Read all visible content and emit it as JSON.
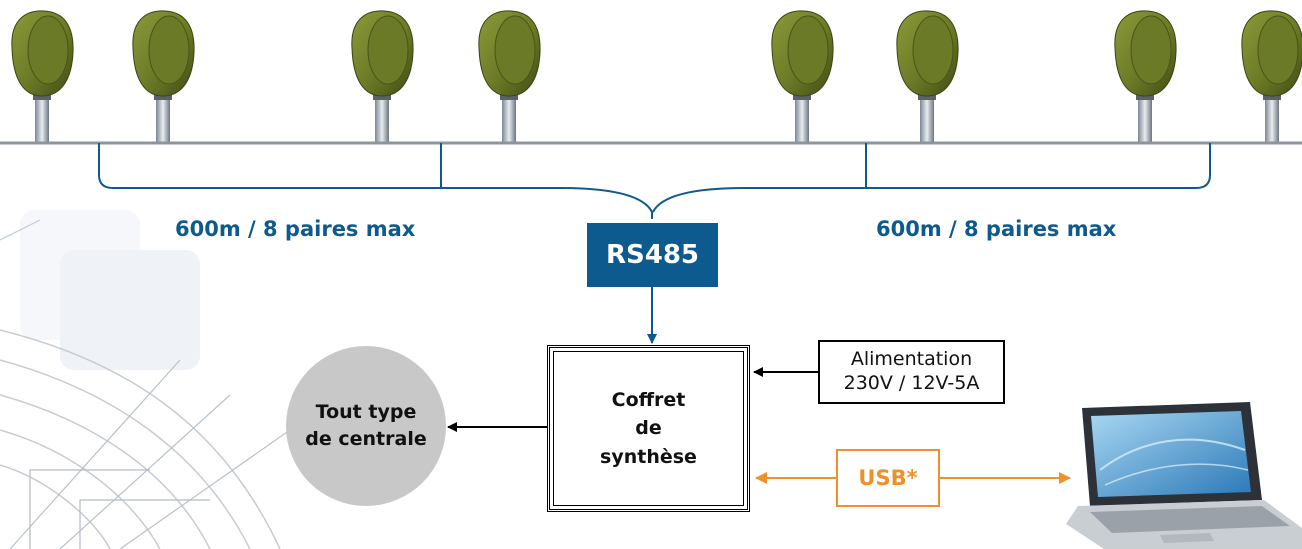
{
  "diagram": {
    "left_segment_label": "600m / 8 paires max",
    "right_segment_label": "600m / 8 paires max",
    "bus_label": "RS485",
    "coffret_label": "Coffret\nde\nsynthèse",
    "alimentation": {
      "line1": "Alimentation",
      "line2": "230V / 12V-5A"
    },
    "central_label": "Tout type\nde centrale",
    "usb_label": "USB*"
  },
  "colors": {
    "brand_blue": "#0d5a8e",
    "usb_orange": "#f0902a",
    "sensor_green": "#6b7a26",
    "circle_gray": "#c8c8c8"
  },
  "icons": {
    "sensor": "detector-sensor-icon",
    "laptop": "laptop-icon"
  }
}
